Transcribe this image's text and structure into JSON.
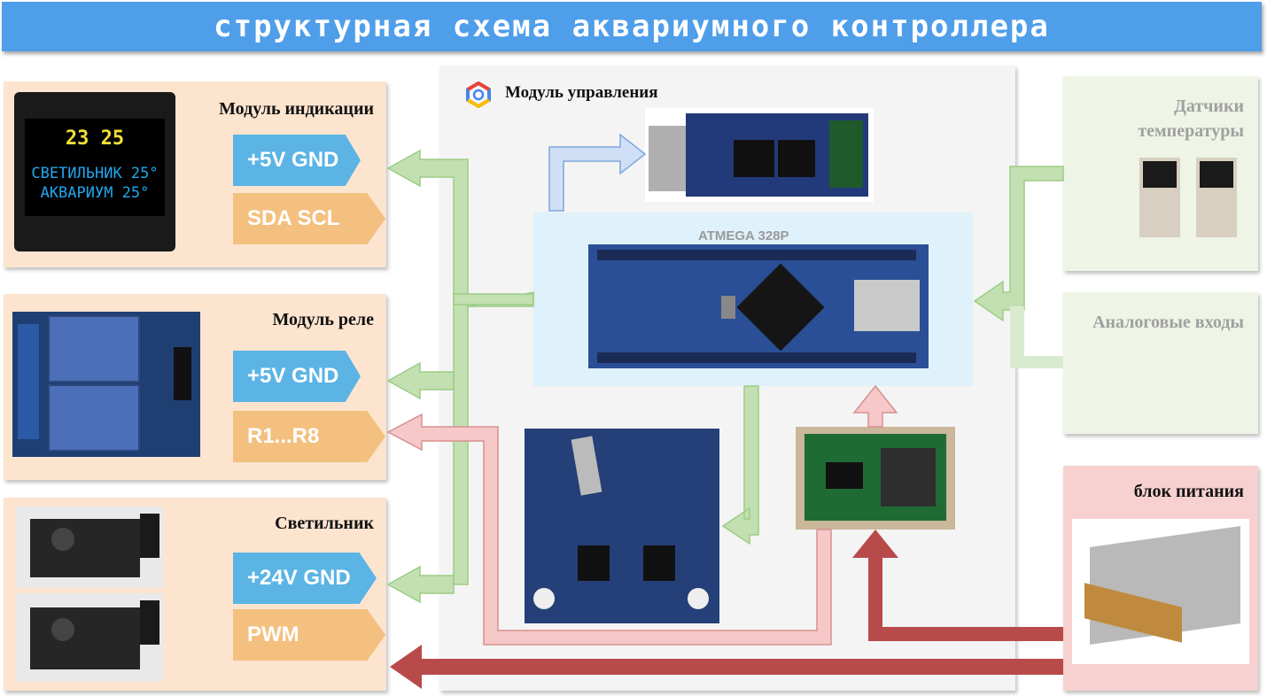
{
  "title": "структурная схема аквариумного контроллера",
  "control_module": {
    "title": "Модуль управления",
    "mcu_label": "ATMEGA 328P"
  },
  "display_module": {
    "title": "Модуль индикации",
    "tag1": "+5V  GND",
    "tag2": "SDA  SCL",
    "screen_line1": "23 25",
    "screen_line2": "СВЕТИЛЬНИК 25°",
    "screen_line3": "АКВАРИУМ 25°"
  },
  "relay_module": {
    "title": "Модуль реле",
    "tag1": "+5V  GND",
    "tag2": "R1...R8"
  },
  "lamp_module": {
    "title": "Светильник",
    "tag1": "+24V GND",
    "tag2": "PWM"
  },
  "temp_sensors": {
    "title": "Датчики температуры"
  },
  "analog_inputs": {
    "title": "Аналоговые входы"
  },
  "power_supply": {
    "title": "блок питания"
  },
  "colors": {
    "title_bar": "#4f9eea",
    "peach": "#fce4cf",
    "tag_blue": "#5bb4e4",
    "tag_orange": "#f4c07f",
    "arrow_green": "#c3e0b2",
    "arrow_pink": "#f6c8c8",
    "arrow_red": "#b84a4a",
    "arrow_blue": "#bcd5f2"
  }
}
